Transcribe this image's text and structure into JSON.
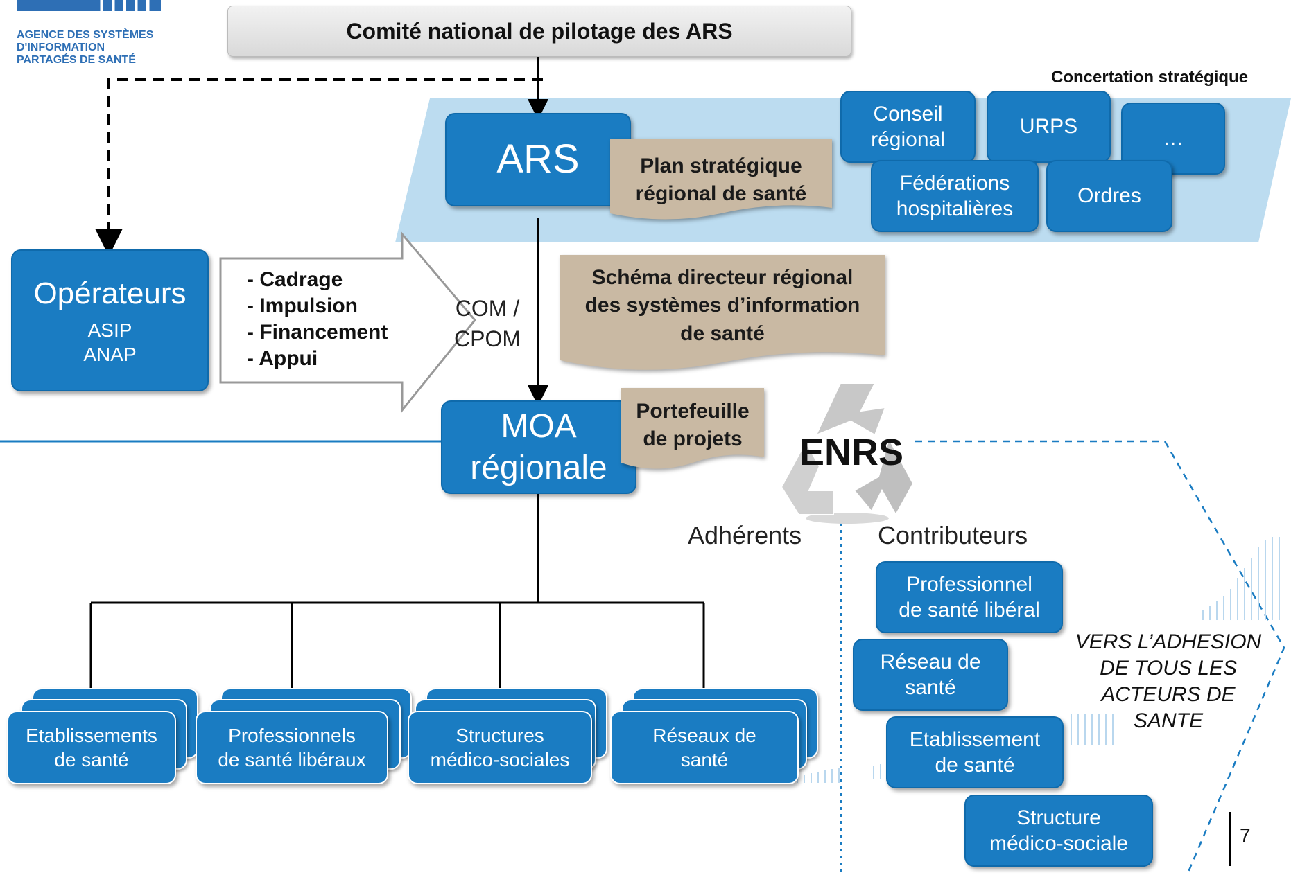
{
  "logo": {
    "line1": "AGENCE DES SYSTÈMES",
    "line2": "D'INFORMATION",
    "line3": "PARTAGÉS DE SANTÉ"
  },
  "top_title": "Comité national de pilotage des ARS",
  "concertation_label": "Concertation stratégique",
  "ars": "ARS",
  "plan": {
    "line1": "Plan stratégique",
    "line2": "régional de santé"
  },
  "partners": {
    "conseil": {
      "line1": "Conseil",
      "line2": "régional"
    },
    "urps": "URPS",
    "etc": "…",
    "federations": {
      "line1": "Fédérations",
      "line2": "hospitalières"
    },
    "ordres": "Ordres"
  },
  "operateurs": {
    "title": "Opérateurs",
    "line1": "ASIP",
    "line2": "ANAP"
  },
  "roles": [
    "- Cadrage",
    "- Impulsion",
    "- Financement",
    "- Appui"
  ],
  "com": {
    "line1": "COM /",
    "line2": "CPOM"
  },
  "schema": {
    "line1": "Schéma directeur régional",
    "line2": "des systèmes d’information",
    "line3": "de santé"
  },
  "moa": {
    "line1": "MOA",
    "line2": "régionale"
  },
  "portefeuille": {
    "line1": "Portefeuille",
    "line2": "de projets"
  },
  "enrs": "ENRS",
  "adherents": "Adhérents",
  "contributeurs": "Contributeurs",
  "bottom_boxes": [
    {
      "line1": "Etablissements",
      "line2": "de santé"
    },
    {
      "line1": "Professionnels",
      "line2": "de santé libéraux"
    },
    {
      "line1": "Structures",
      "line2": "médico-sociales"
    },
    {
      "line1": "Réseaux de",
      "line2": "santé"
    }
  ],
  "contrib_boxes": [
    {
      "line1": "Professionnel",
      "line2": "de santé libéral"
    },
    {
      "line1": "Réseau de",
      "line2": "santé"
    },
    {
      "line1": "Etablissement",
      "line2": "de santé"
    },
    {
      "line1": "Structure",
      "line2": "médico-sociale"
    }
  ],
  "vers": {
    "line1": "VERS L’ADHESION",
    "line2": "DE TOUS LES",
    "line3": "ACTEURS DE",
    "line4": "SANTE"
  },
  "page_number": "7",
  "colors": {
    "box_blue": "#1a7cc2",
    "band_blue": "#bcdcf0",
    "doc_tan": "#c9b9a3",
    "logo_blue": "#2e6fb5"
  }
}
